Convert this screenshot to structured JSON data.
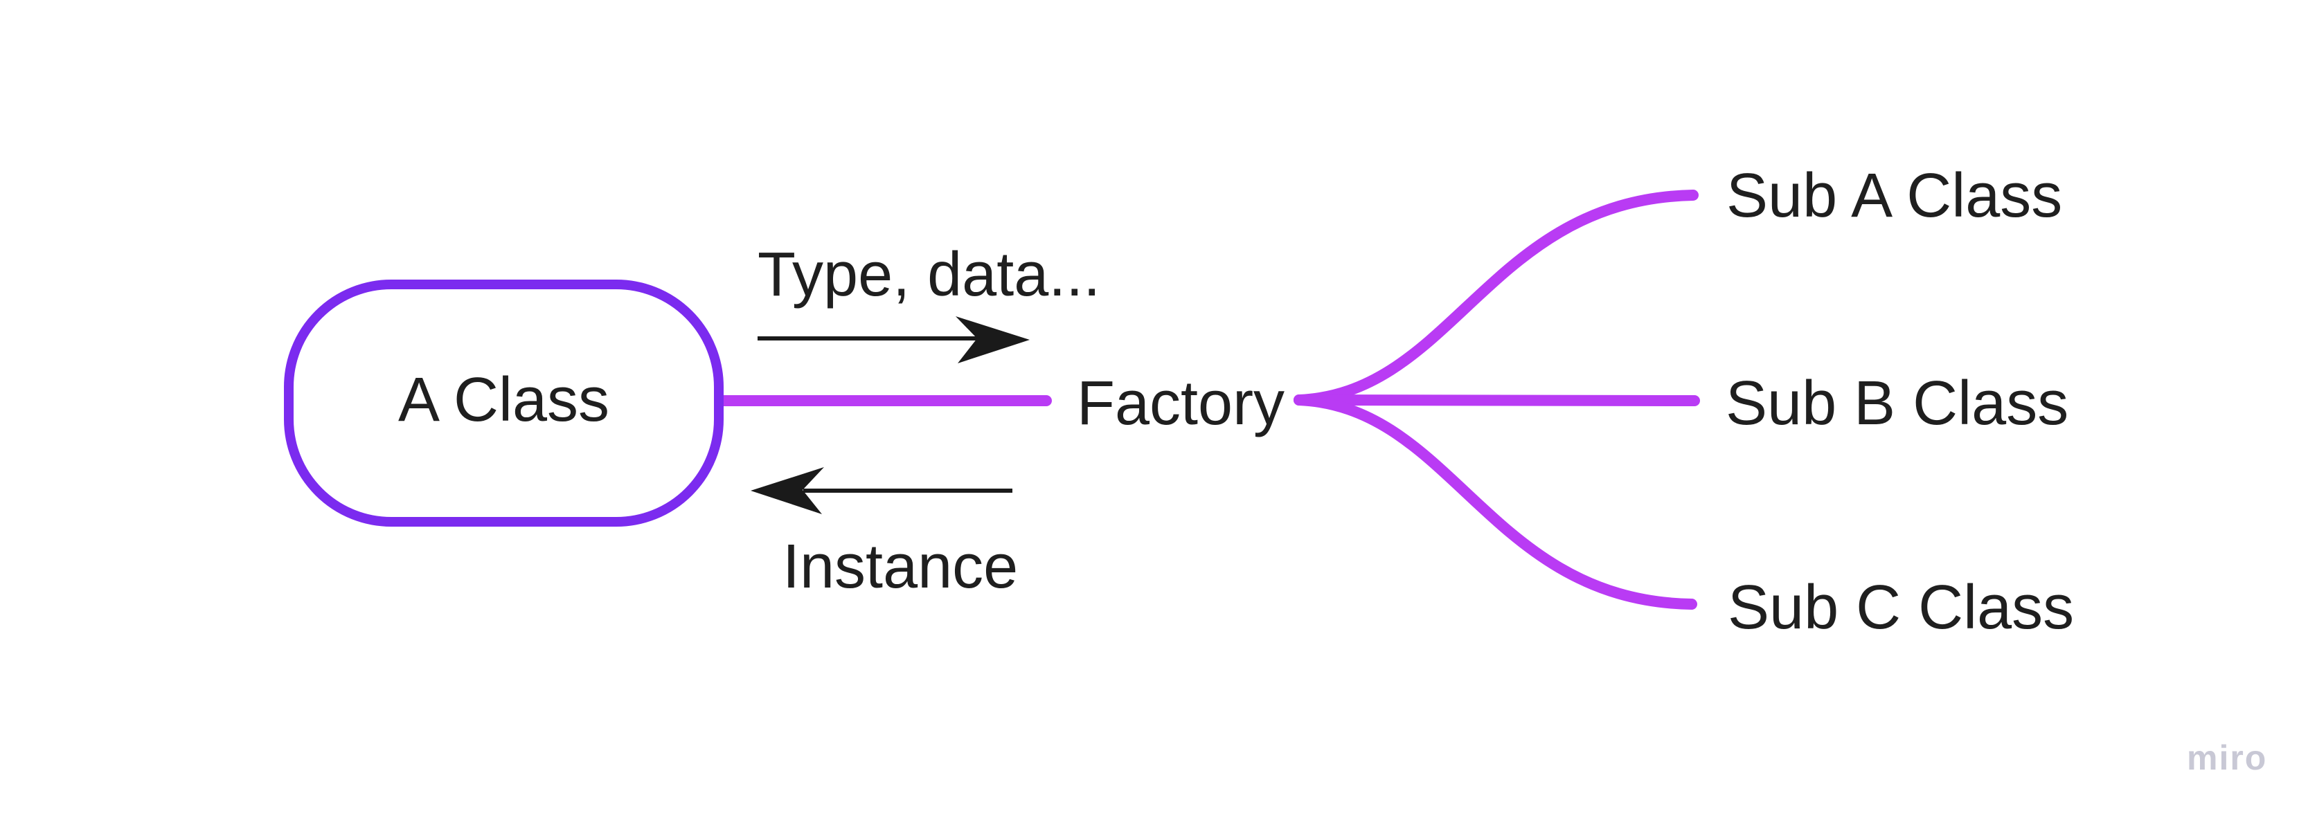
{
  "diagram": {
    "source_node": {
      "label": "A Class"
    },
    "hub": {
      "label": "Factory"
    },
    "flow_labels": {
      "request": "Type, data...",
      "response": "Instance"
    },
    "sub_nodes": [
      {
        "label": "Sub A Class"
      },
      {
        "label": "Sub B Class"
      },
      {
        "label": "Sub C Class"
      }
    ],
    "colors": {
      "node_border": "#7b2bef",
      "connector": "#b93bf4",
      "arrow": "#1a1a1a",
      "text": "#1f1f1f",
      "watermark": "#c8c8d5"
    },
    "watermark": "miro"
  }
}
